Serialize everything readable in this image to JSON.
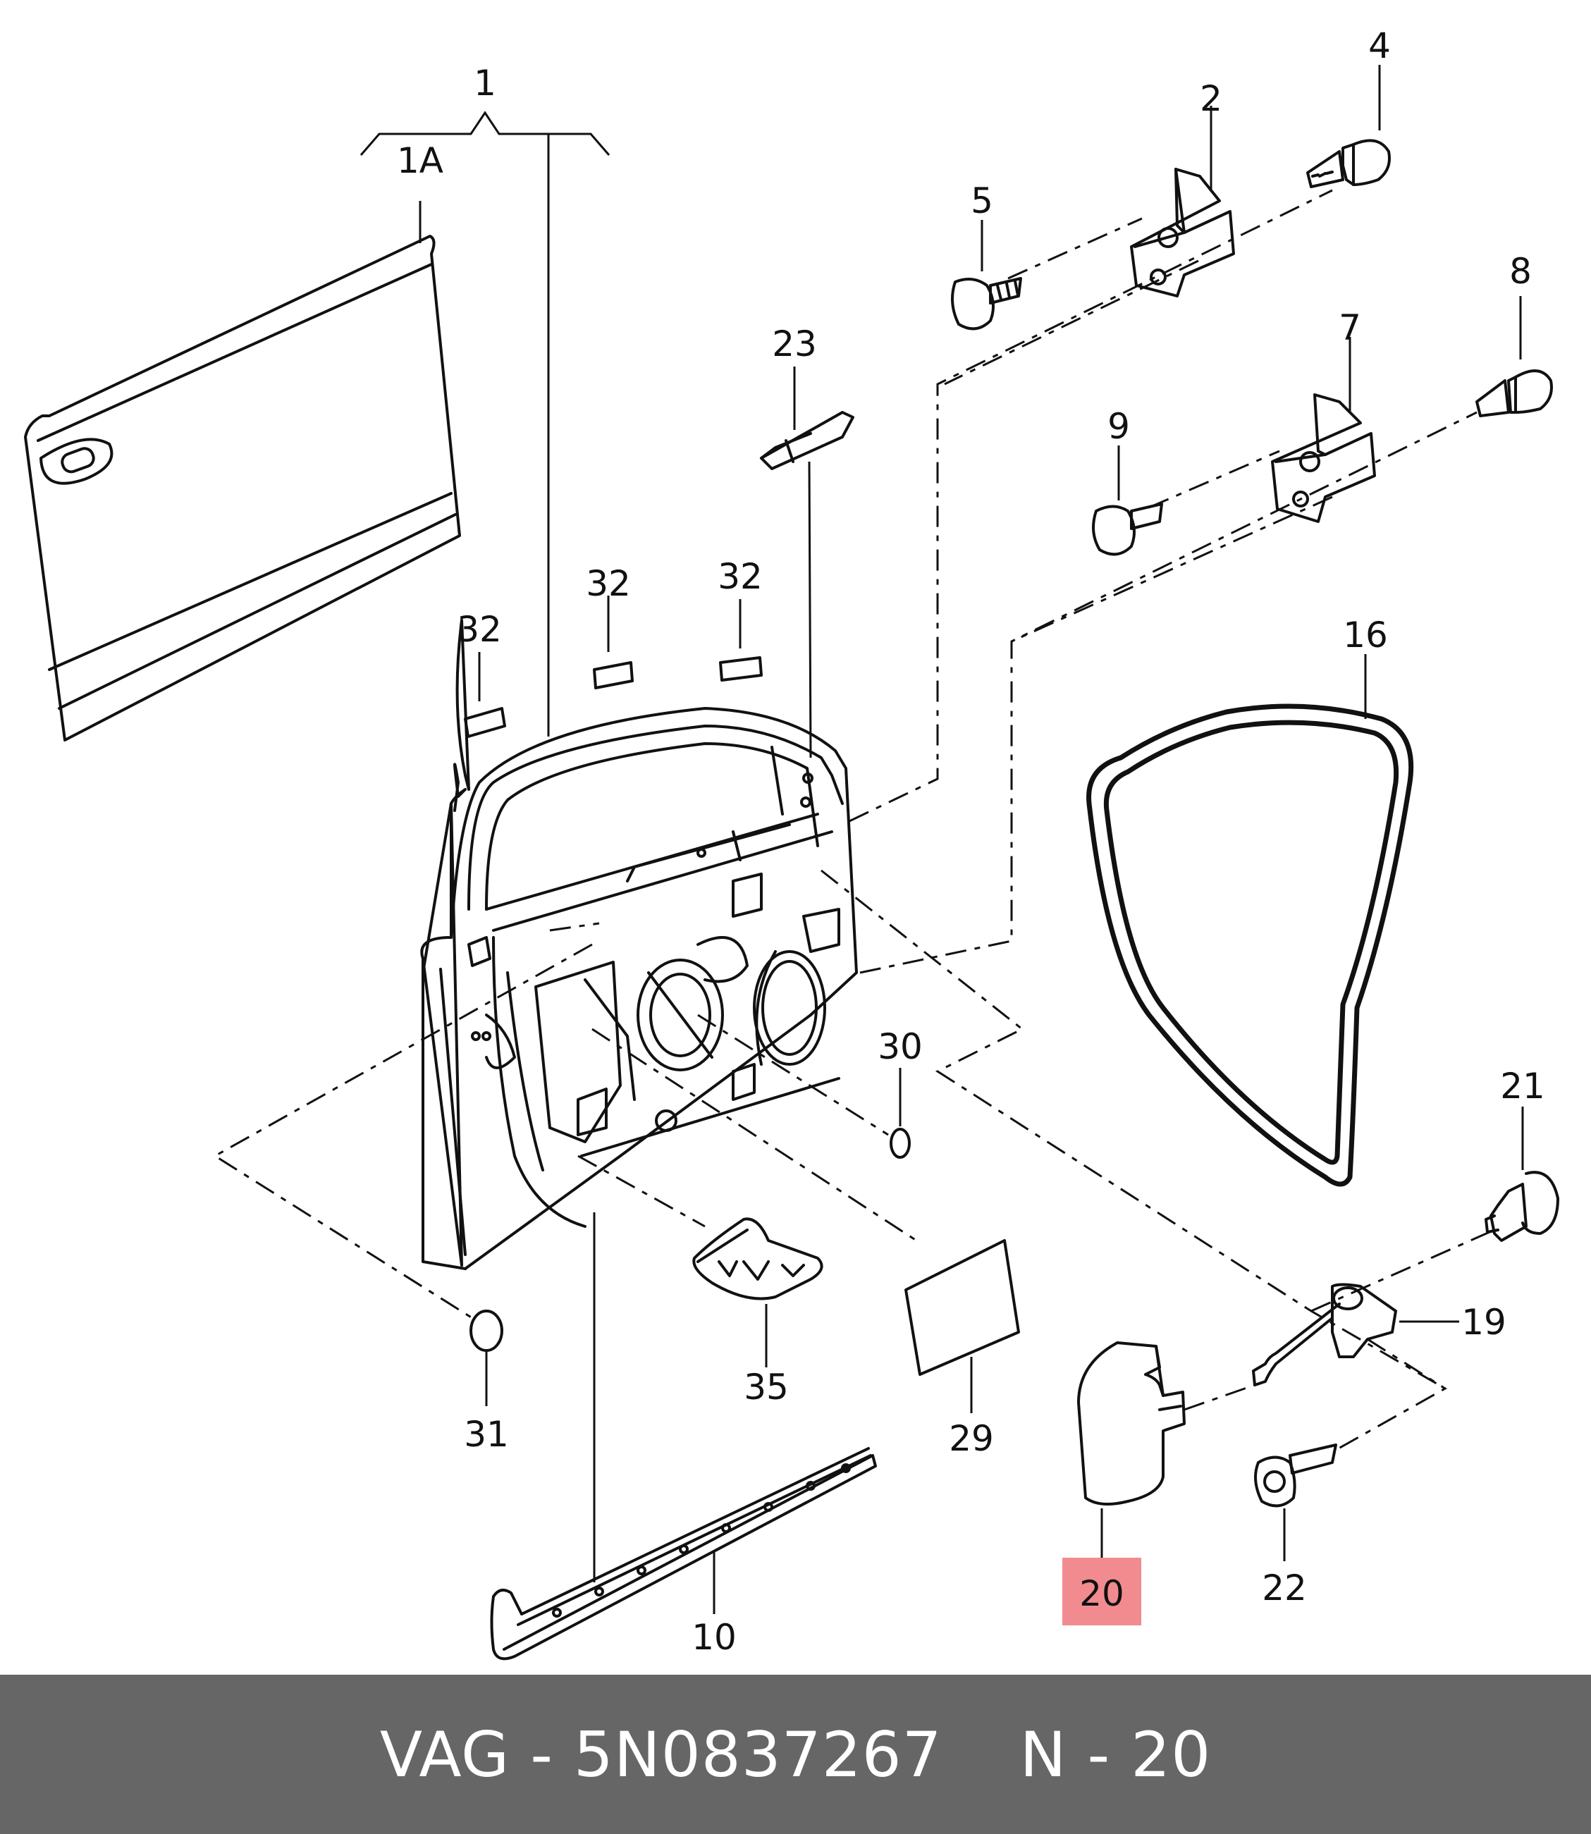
{
  "labels": {
    "p1": "1",
    "p1a": "1A",
    "p2": "2",
    "p4": "4",
    "p5": "5",
    "p7": "7",
    "p8": "8",
    "p9": "9",
    "p10": "10",
    "p16": "16",
    "p19": "19",
    "p20": "20",
    "p21": "21",
    "p22": "22",
    "p23": "23",
    "p29": "29",
    "p30": "30",
    "p31": "31",
    "p32a": "32",
    "p32b": "32",
    "p32c": "32",
    "p35": "35"
  },
  "highlight": {
    "part": "20",
    "color": "#f28b8f"
  },
  "footer": {
    "brand": "VAG - 5N0837267",
    "position": "N - 20",
    "background": "#666666"
  }
}
